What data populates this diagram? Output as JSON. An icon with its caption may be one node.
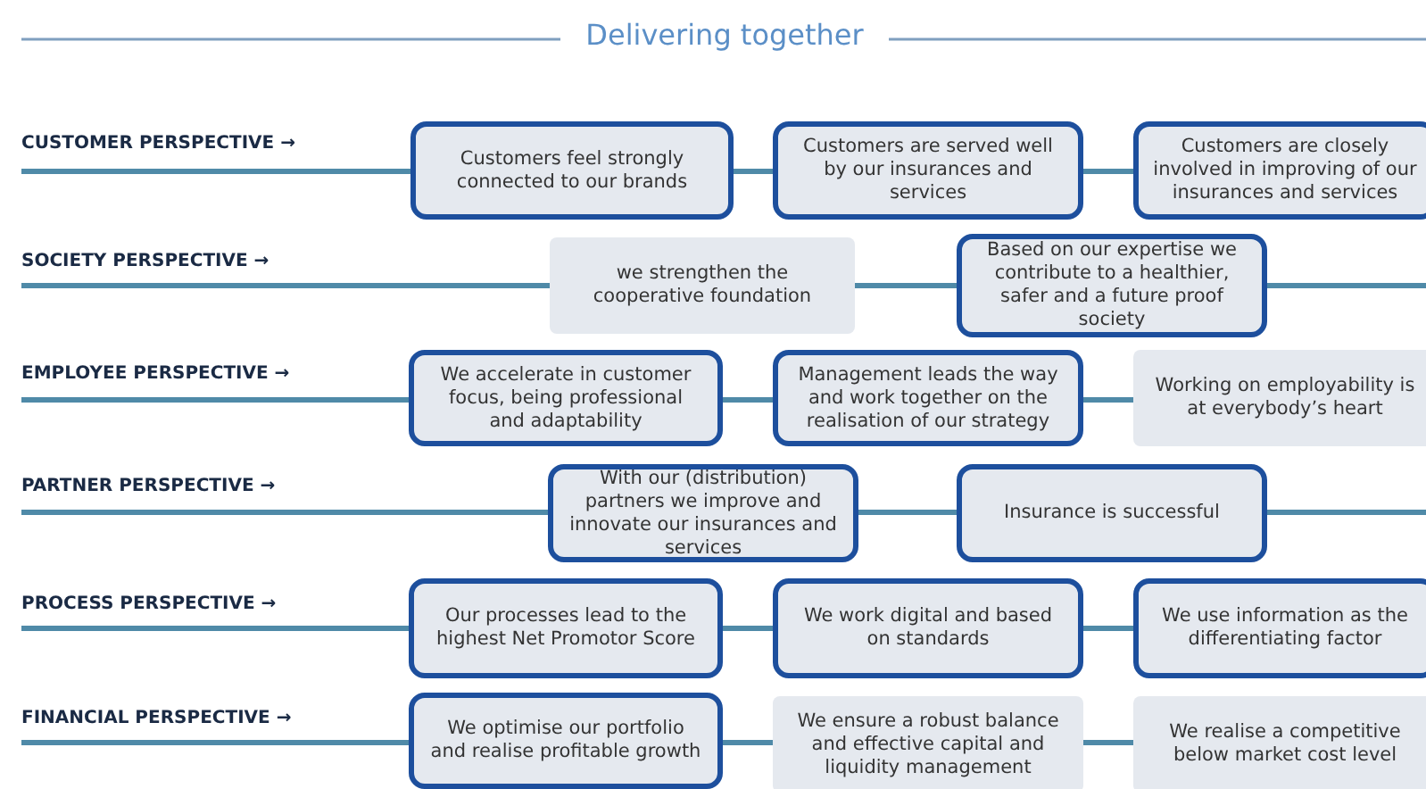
{
  "diagram": {
    "title": "Delivering together",
    "nodes": [
      {
        "text": [
          "CUSTOMER PERSPECTIVE →"
        ]
      },
      {
        "text": [
          "Customers feel strongly connected to our brands"
        ]
      },
      {
        "text": [
          "Customers are served well by our insurances and services"
        ]
      },
      {
        "text": [
          "Customers are closely involved in improving of our insurances and services"
        ]
      },
      {
        "text": [
          "SOCIETY PERSPECTIVE →"
        ]
      },
      {
        "text": [
          "we strengthen the cooperative foundation"
        ]
      },
      {
        "text": [
          "Based on our expertise we contribute to a healthier, safer and a future proof society"
        ]
      },
      {
        "text": [
          "EMPLOYEE PERSPECTIVE →"
        ]
      },
      {
        "text": [
          "We accelerate in customer focus, being professional and adaptability"
        ]
      },
      {
        "text": [
          "Management leads the way and work together on the realisation of our strategy"
        ]
      },
      {
        "text": [
          "Working on employability is at everybody’s heart"
        ]
      },
      {
        "text": [
          "PARTNER PERSPECTIVE →"
        ]
      },
      {
        "text": [
          "With our (distribution) partners we improve and innovate our insurances and services"
        ]
      },
      {
        "text": [
          "Insurance is successful"
        ]
      },
      {
        "text": [
          "PROCESS PERSPECTIVE →"
        ]
      },
      {
        "text": [
          "Our processes lead to the highest Net Promotor Score"
        ]
      },
      {
        "text": [
          "We work digital and based on standards"
        ]
      },
      {
        "text": [
          "We use information as the differentiating factor"
        ]
      },
      {
        "text": [
          "FINANCIAL PERSPECTIVE →"
        ]
      },
      {
        "text": [
          "We optimise our portfolio and realise profitable growth"
        ]
      },
      {
        "text": [
          "We ensure a robust balance and effective capital and liquidity management"
        ]
      },
      {
        "text": [
          "We realise a competitive below market cost level"
        ]
      }
    ],
    "edges": [
      {
        "from": 0,
        "to": 1,
        "arrow": "none"
      },
      {
        "from": 1,
        "to": 2,
        "arrow": "none"
      },
      {
        "from": 2,
        "to": 3,
        "arrow": "none"
      },
      {
        "from": 4,
        "to": 5,
        "arrow": "none"
      },
      {
        "from": 5,
        "to": 6,
        "arrow": "none"
      },
      {
        "from": 7,
        "to": 8,
        "arrow": "none"
      },
      {
        "from": 8,
        "to": 9,
        "arrow": "none"
      },
      {
        "from": 9,
        "to": 10,
        "arrow": "none"
      },
      {
        "from": 11,
        "to": 12,
        "arrow": "none"
      },
      {
        "from": 12,
        "to": 13,
        "arrow": "none"
      },
      {
        "from": 14,
        "to": 15,
        "arrow": "none"
      },
      {
        "from": 15,
        "to": 16,
        "arrow": "none"
      },
      {
        "from": 16,
        "to": 17,
        "arrow": "none"
      },
      {
        "from": 18,
        "to": 19,
        "arrow": "none"
      },
      {
        "from": 19,
        "to": 20,
        "arrow": "none"
      },
      {
        "from": 20,
        "to": 21,
        "arrow": "none"
      }
    ]
  }
}
